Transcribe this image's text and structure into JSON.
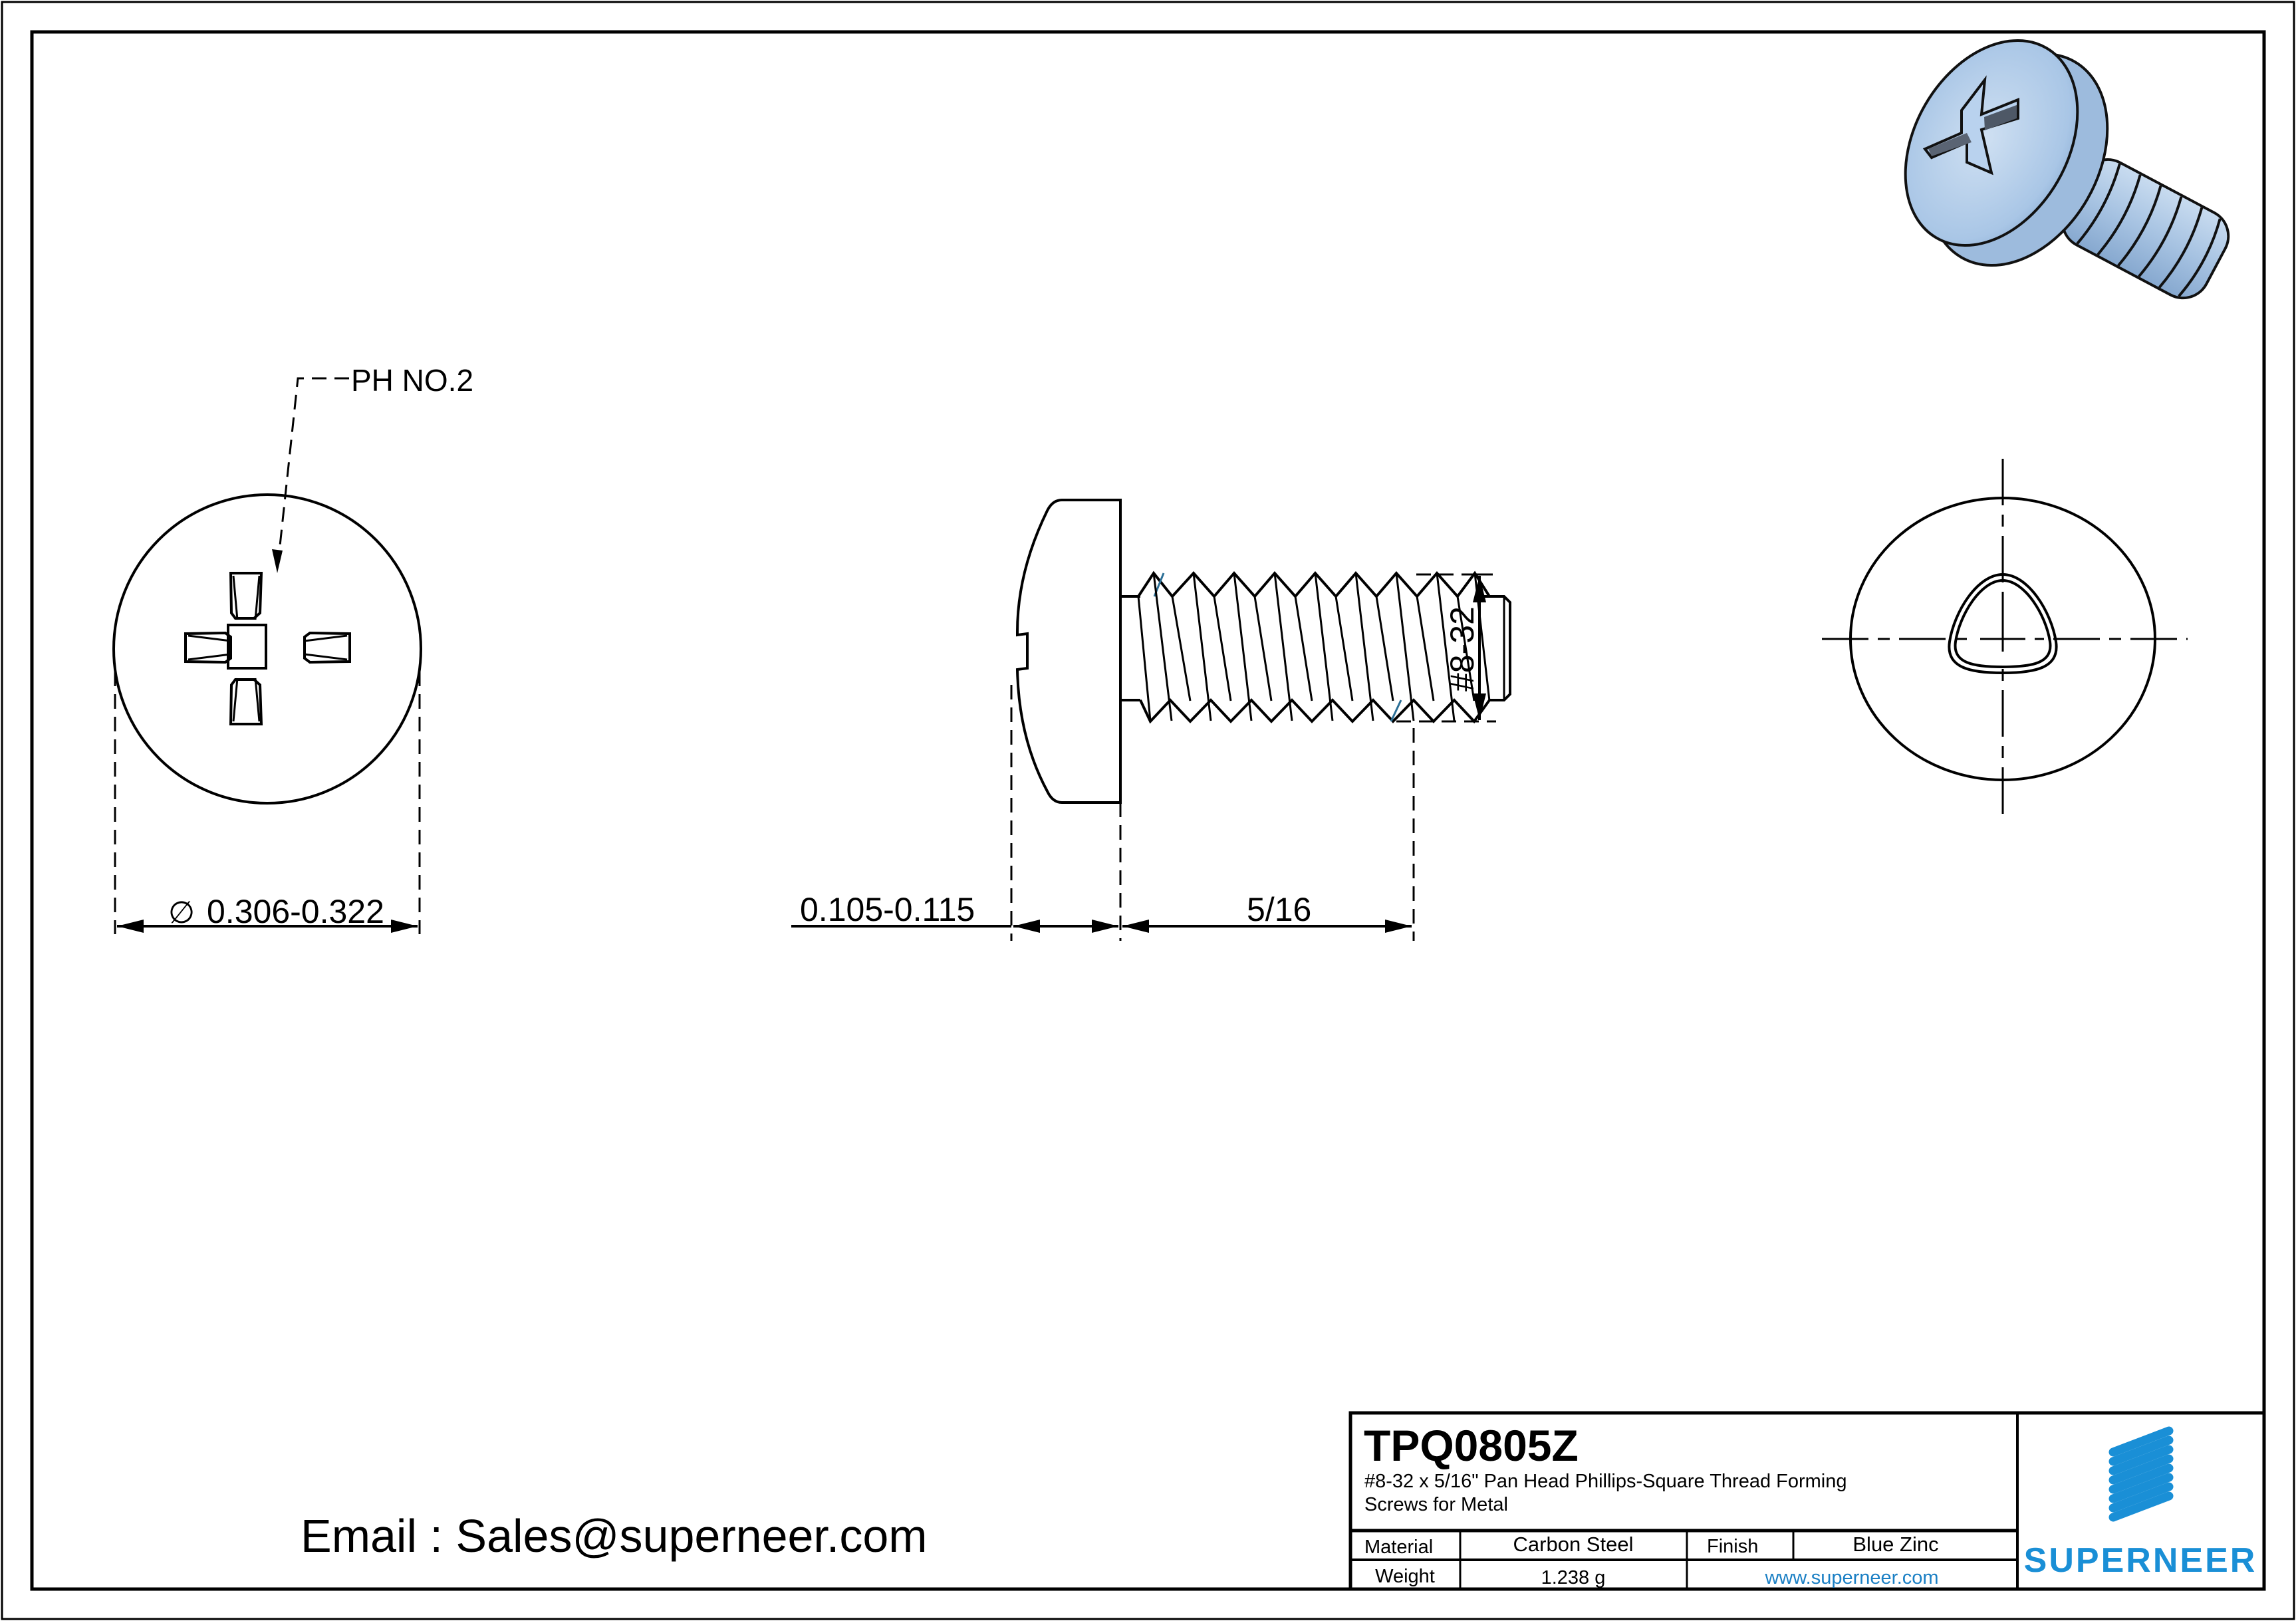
{
  "drawing": {
    "part_number": "TPQ0805Z",
    "description_line1": "#8-32 x 5/16\" Pan Head Phillips-Square Thread Forming",
    "description_line2": "Screws for Metal",
    "email_text": "Email : Sales@superneer.com"
  },
  "callouts": {
    "drive": "PH NO.2",
    "head_diameter_symbol": "∅",
    "head_diameter": "0.306-0.322",
    "head_height": "0.105-0.115",
    "length": "5/16",
    "thread": "#8-32"
  },
  "title_block": {
    "material_label": "Material",
    "material_value": "Carbon Steel",
    "finish_label": "Finish",
    "finish_value": "Blue Zinc",
    "weight_label": "Weight",
    "weight_value": "1.238 g",
    "website": "www.superneer.com",
    "logo_text": "SUPERNEER"
  },
  "views": {
    "top_view": "head-top-view",
    "side_view": "side-profile-view",
    "end_view": "trilobular-end-view",
    "iso_view": "3d-render"
  },
  "colors": {
    "brand_blue": "#1a8fd6",
    "render_blue": "#a9c6e6",
    "line": "#000000"
  }
}
